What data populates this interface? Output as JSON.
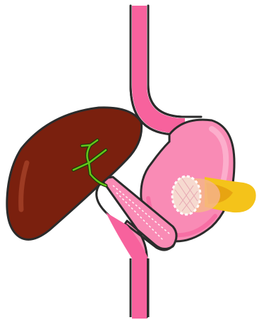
{
  "diagram": {
    "colors": {
      "background": "#ffffff",
      "outline": "#2b2b2b",
      "esophagus": "#f7629d",
      "stomach": "#f98bb5",
      "stomach_highlight": "#fcb7d2",
      "liver": "#7a200e",
      "liver_highlight": "#9d3b23",
      "gallbladder_ducts": "#64c61a",
      "pancreas": "#f4c31a",
      "pancreas_shadow": "#e39a0f",
      "tissue_cross_section": "#f6d9cf"
    },
    "elements": [
      "esophagus",
      "stomach",
      "duodenum",
      "liver",
      "bile-ducts",
      "pancreas",
      "cross-section"
    ]
  }
}
